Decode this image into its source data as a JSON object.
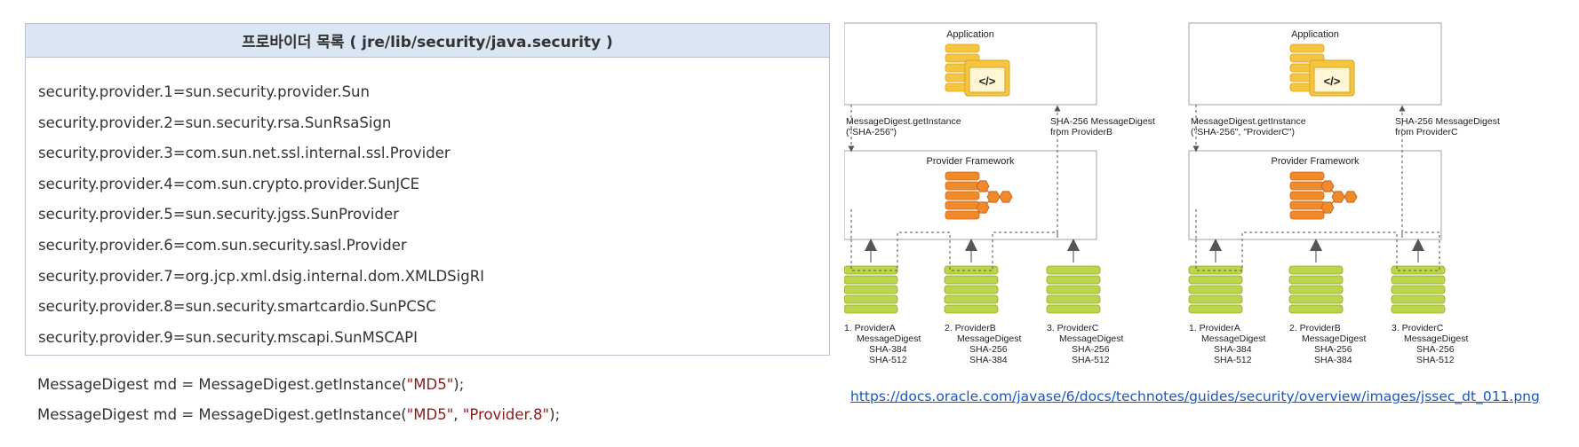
{
  "table": {
    "title": "프로바이더 목록 ( jre/lib/security/java.security )",
    "providers": [
      "security.provider.1=sun.security.provider.Sun",
      "security.provider.2=sun.security.rsa.SunRsaSign",
      "security.provider.3=com.sun.net.ssl.internal.ssl.Provider",
      "security.provider.4=com.sun.crypto.provider.SunJCE",
      "security.provider.5=sun.security.jgss.SunProvider",
      "security.provider.6=com.sun.security.sasl.Provider",
      "security.provider.7=org.jcp.xml.dsig.internal.dom.XMLDSigRI",
      "security.provider.8=sun.security.smartcardio.SunPCSC",
      "security.provider.9=sun.security.mscapi.SunMSCAPI"
    ]
  },
  "code": [
    {
      "prefix": "MessageDigest md = MessageDigest.getInstance(",
      "arg1": "\"MD5\"",
      "sep": "",
      "arg2": "",
      "suffix": ");"
    },
    {
      "prefix": "MessageDigest md = MessageDigest.getInstance(",
      "arg1": "\"MD5\"",
      "sep": ", ",
      "arg2": "\"Provider.8\"",
      "suffix": ");"
    }
  ],
  "diagrams": [
    {
      "application_label": "Application",
      "framework_label": "Provider Framework",
      "request_line1": "MessageDigest.getInstance",
      "request_line2": "(\"SHA-256\")",
      "response_line1": "SHA-256 MessageDigest",
      "response_line2": "from ProviderB",
      "selected_provider": 2,
      "providers": [
        {
          "name": "1. ProviderA",
          "type": "MessageDigest",
          "algorithms": [
            "SHA-384",
            "SHA-512"
          ]
        },
        {
          "name": "2. ProviderB",
          "type": "MessageDigest",
          "algorithms": [
            "SHA-256",
            "SHA-384"
          ]
        },
        {
          "name": "3. ProviderC",
          "type": "MessageDigest",
          "algorithms": [
            "SHA-256",
            "SHA-512"
          ]
        }
      ]
    },
    {
      "application_label": "Application",
      "framework_label": "Provider Framework",
      "request_line1": "MessageDigest.getInstance",
      "request_line2": "(\"SHA-256\", \"ProviderC\")",
      "response_line1": "SHA-256 MessageDigest",
      "response_line2": "from ProviderC",
      "selected_provider": 3,
      "providers": [
        {
          "name": "1. ProviderA",
          "type": "MessageDigest",
          "algorithms": [
            "SHA-384",
            "SHA-512"
          ]
        },
        {
          "name": "2. ProviderB",
          "type": "MessageDigest",
          "algorithms": [
            "SHA-256",
            "SHA-384"
          ]
        },
        {
          "name": "3. ProviderC",
          "type": "MessageDigest",
          "algorithms": [
            "SHA-256",
            "SHA-512"
          ]
        }
      ]
    }
  ],
  "source_url": "https://docs.oracle.com/javase/6/docs/technotes/guides/security/overview/images/jssec_dt_011.png",
  "colors": {
    "app_db": "#f5c540",
    "framework_db": "#f08a2a",
    "provider_db": "#bcd54b",
    "link": "#1a56c4",
    "header_bg": "#dbe6f4"
  }
}
